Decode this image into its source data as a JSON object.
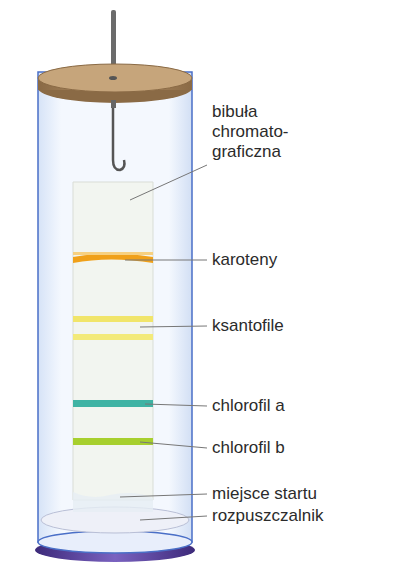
{
  "diagram": {
    "labels": [
      "bibuła chromato- graficzna",
      "karoteny",
      "ksantofile",
      "chlorofil a",
      "chlorofil b",
      "miejsce startu",
      "rozpuszczalnik"
    ]
  }
}
